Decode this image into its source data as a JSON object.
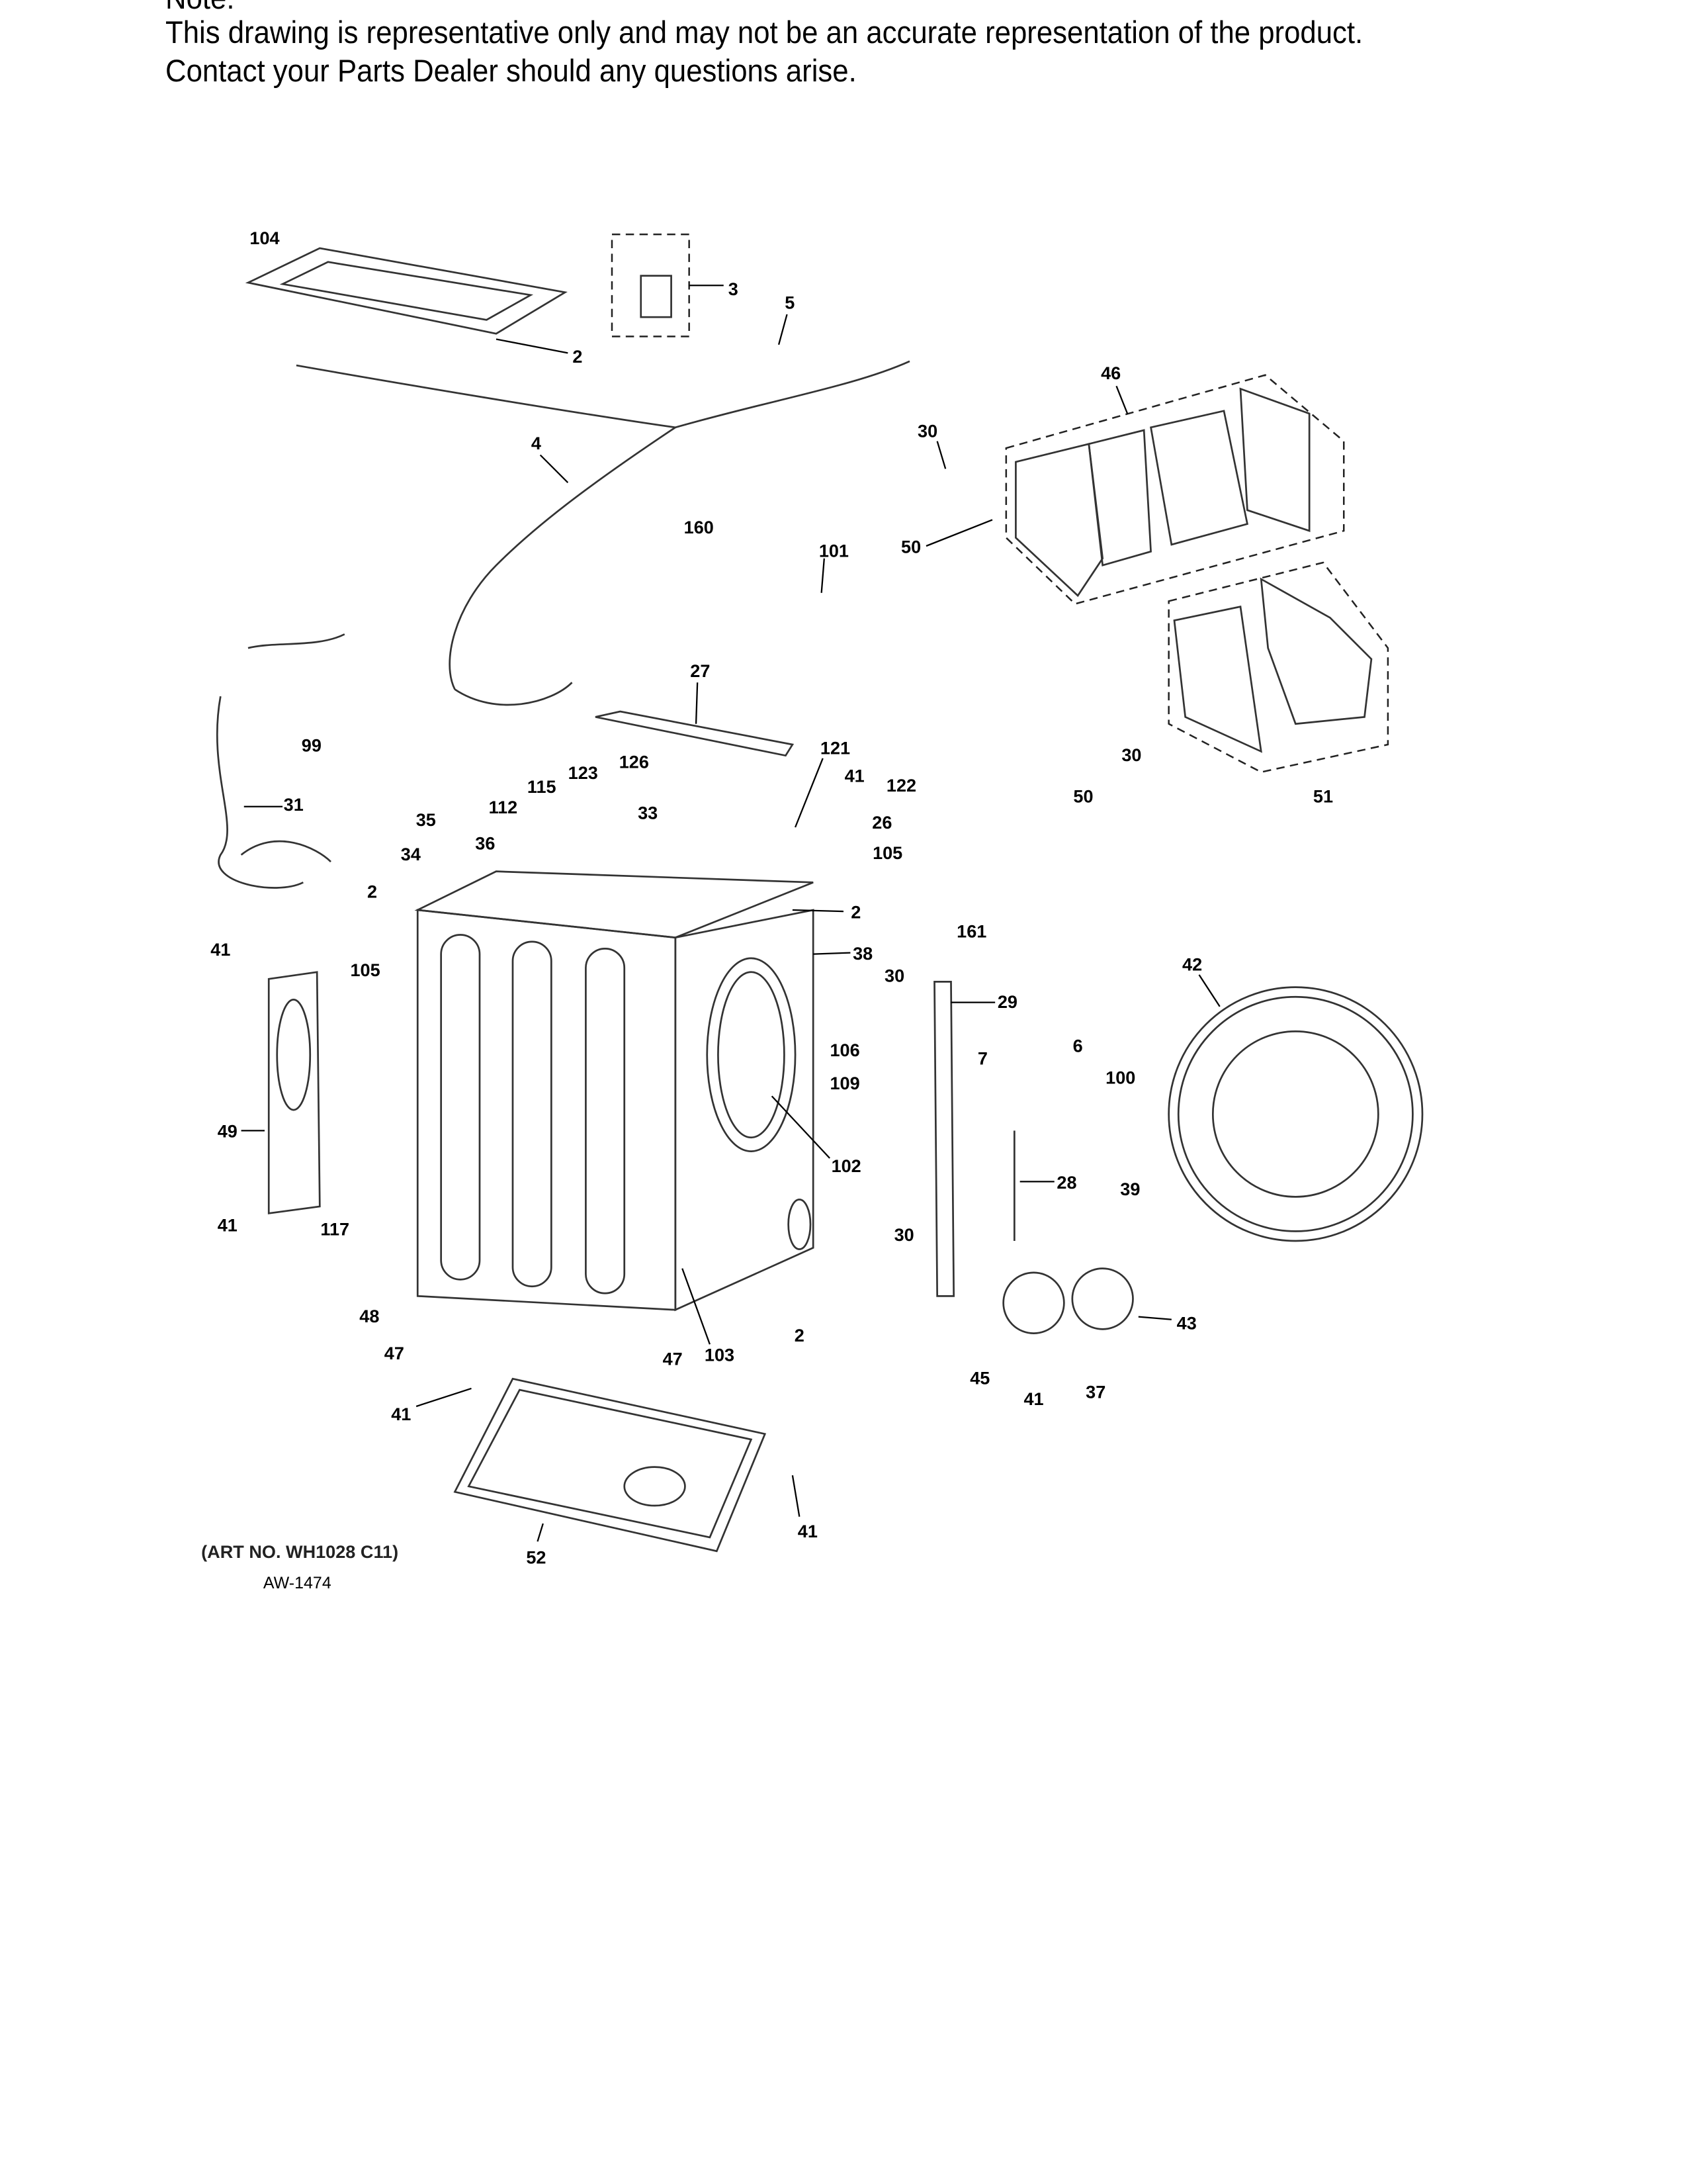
{
  "note": {
    "heading": "Note:",
    "line1": "This drawing is representative only and may not be an accurate representation of the product.",
    "line2": "Contact your Parts Dealer should any questions arise."
  },
  "diagram": {
    "art_number": "(ART NO. WH1028 C11)",
    "drawing_id": "AW-1474",
    "callouts": [
      "104",
      "3",
      "5",
      "2",
      "4",
      "46",
      "30",
      "160",
      "101",
      "50",
      "27",
      "99",
      "121",
      "41",
      "122",
      "126",
      "123",
      "115",
      "112",
      "33",
      "35",
      "31",
      "30",
      "50",
      "51",
      "26",
      "34",
      "36",
      "105",
      "2",
      "2",
      "161",
      "41",
      "105",
      "38",
      "30",
      "29",
      "42",
      "106",
      "109",
      "6",
      "7",
      "100",
      "49",
      "102",
      "28",
      "39",
      "41",
      "117",
      "30",
      "48",
      "2",
      "43",
      "47",
      "47",
      "103",
      "45",
      "41",
      "37",
      "41",
      "41",
      "52"
    ]
  }
}
